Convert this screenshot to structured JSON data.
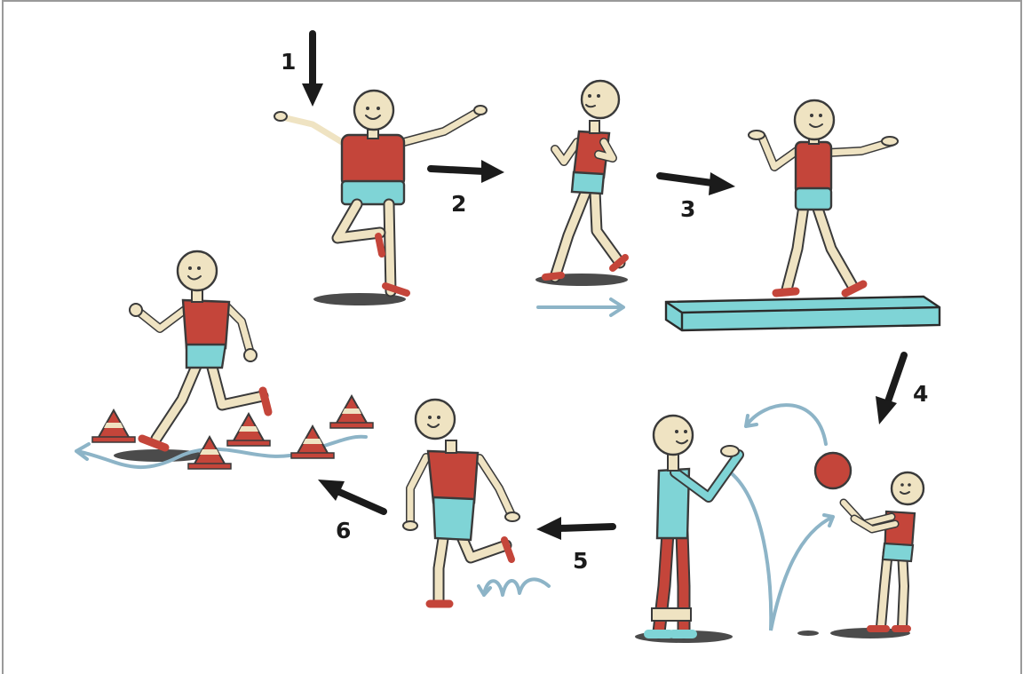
{
  "steps": [
    {
      "number": "1",
      "activity": "balance-on-one-leg"
    },
    {
      "number": "2",
      "activity": "walk-forward"
    },
    {
      "number": "3",
      "activity": "walk-on-balance-beam"
    },
    {
      "number": "4",
      "activity": "throw-and-catch-ball"
    },
    {
      "number": "5",
      "activity": "hop-with-bounce"
    },
    {
      "number": "6",
      "activity": "run-slalom-through-cones"
    }
  ],
  "colors": {
    "skin": "#efe3c2",
    "shirt": "#c4453a",
    "shorts": "#7fd4d6",
    "shoe": "#c4453a",
    "path": "#8db4c7",
    "arrow": "#1b1b1b",
    "beam": "#7fd4d6",
    "border": "#9a9a9a"
  }
}
